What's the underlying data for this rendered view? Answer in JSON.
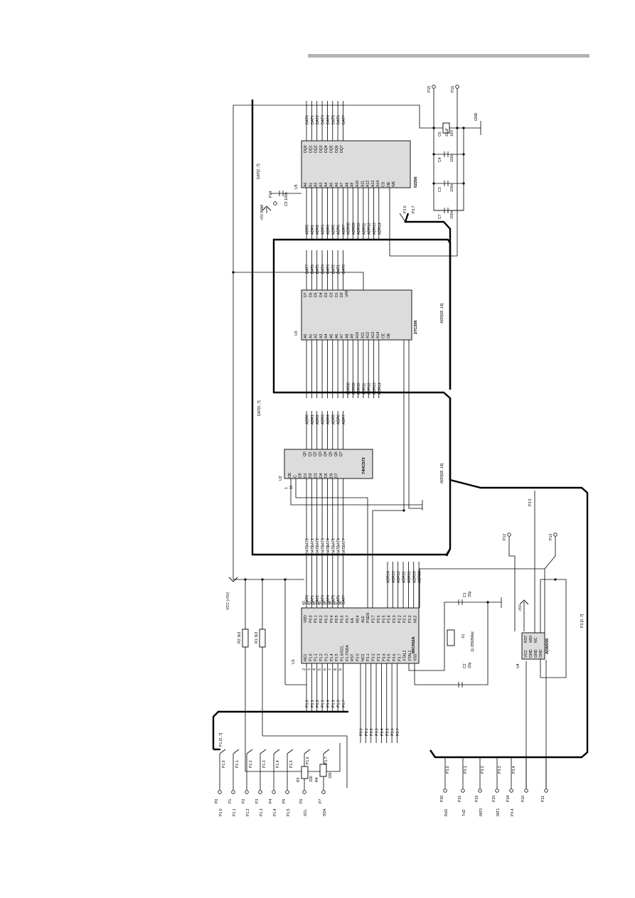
{
  "header": {
    "bar_color": "#b3b3b3"
  },
  "chips": {
    "u1": {
      "ref": "U1",
      "part": "80C652A"
    },
    "u2": {
      "ref": "U2",
      "part": "74HC573"
    },
    "u3": {
      "ref": "U3",
      "part": "27C256"
    },
    "u4": {
      "ref": "U4",
      "part": "ADM699"
    },
    "u5": {
      "ref": "U5",
      "part": "62256"
    }
  },
  "u1_pins_left": [
    "NC1",
    "P1.0",
    "P1.1",
    "P1.2",
    "P1.3",
    "P1.4",
    "P1.5",
    "P1.6/SCL",
    "P1.7/SDA",
    "RST",
    "P3.0",
    "NC2",
    "P3.1",
    "P3.2",
    "P3.3",
    "P3.4",
    "P3.5",
    "P3.6",
    "P3.7",
    "XTAL2",
    "XTAL1",
    "VSS"
  ],
  "u1_pins_right": [
    "VDD",
    "P0.0",
    "P0.1",
    "P0.2",
    "P0.3",
    "P0.4",
    "P0.5",
    "P0.6",
    "P0.7",
    "EA",
    "NC4",
    "ALE",
    "PSEN",
    "P2.7",
    "P2.6",
    "P2.5",
    "P2.4",
    "P2.3",
    "P2.2",
    "P2.1",
    "P2.0",
    "NC3"
  ],
  "u2_pins_in": [
    "OE",
    "C",
    "D0",
    "D1",
    "D2",
    "D3",
    "D4",
    "D5",
    "D6",
    "D7"
  ],
  "u2_pins_out": [
    "Q0",
    "Q1",
    "Q2",
    "Q3",
    "Q4",
    "Q5",
    "Q6",
    "Q7"
  ],
  "u3_pins_addr": [
    "A0",
    "A1",
    "A2",
    "A3",
    "A4",
    "A5",
    "A6",
    "A7",
    "A8",
    "A9",
    "A10",
    "A11",
    "A12",
    "A13",
    "A14",
    "CE",
    "OE"
  ],
  "u3_pins_data": [
    "D7",
    "D6",
    "D5",
    "D4",
    "D3",
    "D2",
    "D1",
    "D0",
    "VPP"
  ],
  "u5_pins_addr": [
    "A0",
    "A1",
    "A2",
    "A3",
    "A4",
    "A5",
    "A6",
    "A7",
    "A8",
    "A9",
    "A10",
    "A11",
    "A12",
    "A13",
    "A14",
    "CS",
    "OE",
    "WE"
  ],
  "u5_pins_data": [
    "DQ0",
    "DQ1",
    "DQ2",
    "DQ3",
    "DQ4",
    "DQ5",
    "DQ6",
    "DQ7"
  ],
  "u4_pins": [
    "VCC",
    "GND",
    "GND",
    "GND",
    "RST",
    "WDI",
    "NC"
  ],
  "dat_nets": [
    "DAT0",
    "DAT1",
    "DAT2",
    "DAT3",
    "DAT4",
    "DAT5",
    "DAT6",
    "DAT7"
  ],
  "adr_nets": [
    "ADR0",
    "ADR1",
    "ADR2",
    "ADR3",
    "ADR4",
    "ADR5",
    "ADR6",
    "ADR7"
  ],
  "adr_hi_nets": [
    "ADR08",
    "ADR09",
    "ADR10",
    "ADR11",
    "ADR12",
    "ADR13",
    "ADR14"
  ],
  "p1_nets": [
    "P1.0",
    "P1.1",
    "P1.2",
    "P1.3",
    "P1.4",
    "P1.5",
    "P1.6",
    "P1.7"
  ],
  "p3_nets": [
    "P3.0",
    "P3.1",
    "P3.2",
    "P3.3",
    "P3.4",
    "P3.5",
    "P3.6",
    "P3.7"
  ],
  "bus_labels": {
    "dat": "DAT[0..7]",
    "adr_hi": "ADR[08..14]",
    "p1": "P1.[0..7]",
    "p3": "P3.[0..7]"
  },
  "connectors_left": [
    {
      "pin": "P0",
      "label": "P1.0"
    },
    {
      "pin": "P1",
      "label": "P1.1"
    },
    {
      "pin": "P2",
      "label": "P1.2"
    },
    {
      "pin": "P3",
      "label": "P1.3"
    },
    {
      "pin": "P4",
      "label": "P1.4"
    },
    {
      "pin": "P5",
      "label": "P1.5"
    },
    {
      "pin": "P6",
      "label": "SCL"
    },
    {
      "pin": "P7",
      "label": "SDA"
    }
  ],
  "connectors_bottom": [
    {
      "pin": "P30",
      "label": "RxD"
    },
    {
      "pin": "P31",
      "label": "TxD"
    },
    {
      "pin": "P32",
      "label": "INT0"
    },
    {
      "pin": "P33",
      "label": "INT1"
    },
    {
      "pin": "P34",
      "label": "P3.4"
    },
    {
      "pin": "P10",
      "label": ""
    },
    {
      "pin": "P11",
      "label": ""
    }
  ],
  "connectors_top": [
    "P15",
    "P16",
    "P14",
    "P12",
    "P13"
  ],
  "components": {
    "r1": {
      "ref": "R1",
      "value": "3k3"
    },
    "r2": {
      "ref": "R2",
      "value": "3k3"
    },
    "r3": {
      "ref": "R3",
      "value": "330"
    },
    "r4": {
      "ref": "R4",
      "value": "330"
    },
    "c1": {
      "ref": "C1",
      "value": "33p"
    },
    "c2": {
      "ref": "C2",
      "value": "33p"
    },
    "c3": {
      "ref": "C3",
      "value": "100n"
    },
    "c4": {
      "ref": "C4",
      "value": "100n"
    },
    "c5": {
      "ref": "C5",
      "value": "100n"
    },
    "c6": {
      "ref": "C6",
      "value": "22µF",
      "voltage": "16V"
    },
    "c7": {
      "ref": "C7",
      "value": "100n"
    },
    "x1": {
      "ref": "X1",
      "value": "11.0592MHz"
    }
  },
  "power": {
    "vcc": "VCC (+5V)",
    "plus5": "+5V",
    "ram": "+5V RAM",
    "gnd": "GND"
  },
  "misc": {
    "p35": "P3.5",
    "p36": "P3.6",
    "p37": "P3.7"
  }
}
